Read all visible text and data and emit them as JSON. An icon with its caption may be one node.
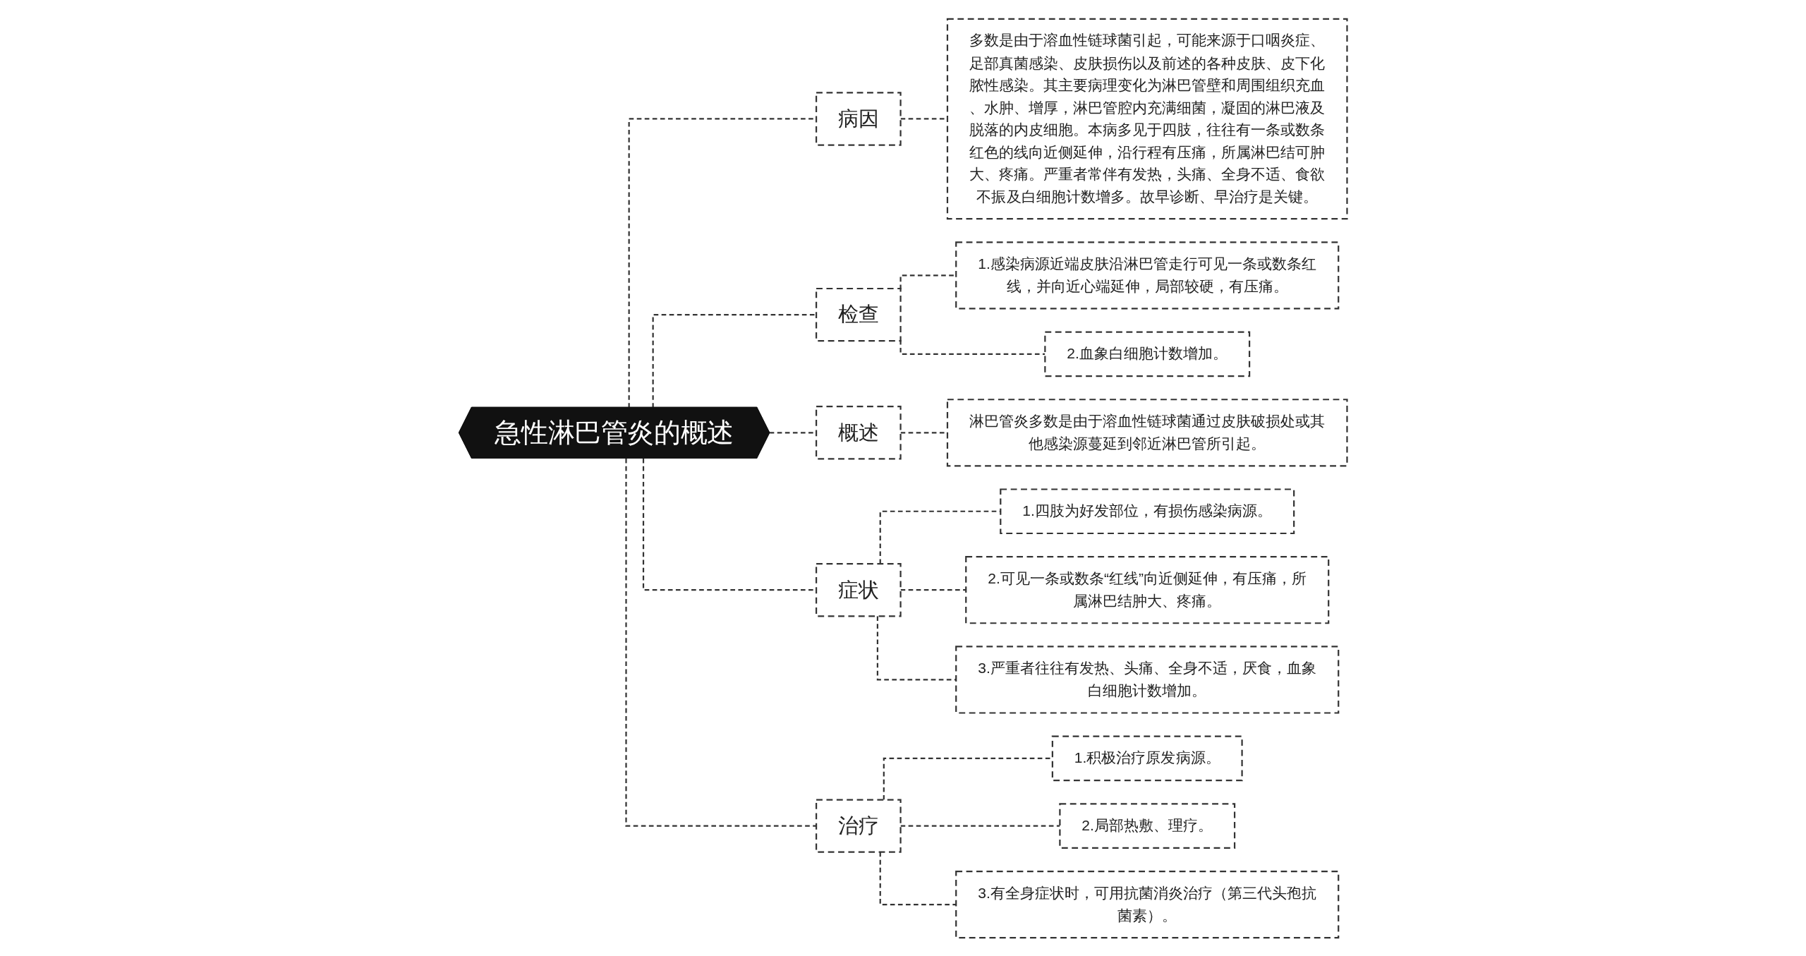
{
  "diagram": {
    "nodes": [
      {
        "text": [
          "急性淋巴管炎的概述"
        ]
      },
      {
        "text": [
          "病因"
        ]
      },
      {
        "text": [
          "多数是由于溶血性链球菌引起，可能来源于口咽炎症、足部真菌感染、皮肤损伤以及前述的各种皮肤、皮下化脓性感染。其主要病理变化为淋巴管壁和周围组织充血、水肿、增厚，淋巴管腔内充满细菌，凝固的淋巴液及脱落的内皮细胞。本病多见于四肢，往往有一条或数条红色的线向近侧延伸，沿行程有压痛，所属淋巴结可肿大、疼痛。严重者常伴有发热，头痛、全身不适、食欲不振及白细胞计数增多。故早诊断、早治疗是关键。"
        ]
      },
      {
        "text": [
          "检查"
        ]
      },
      {
        "text": [
          "1.感染病源近端皮肤沿淋巴管走行可见一条或数条红线，并向近心端延伸，局部较硬，有压痛。"
        ]
      },
      {
        "text": [
          "2.血象白细胞计数增加。"
        ]
      },
      {
        "text": [
          "概述"
        ]
      },
      {
        "text": [
          "淋巴管炎多数是由于溶血性链球菌通过皮肤破损处或其他感染源蔓延到邻近淋巴管所引起。"
        ]
      },
      {
        "text": [
          "症状"
        ]
      },
      {
        "text": [
          "1.四肢为好发部位，有损伤感染病源。"
        ]
      },
      {
        "text": [
          "2.可见一条或数条“红线”向近侧延伸，有压痛，所属淋巴结肿大、疼痛。"
        ]
      },
      {
        "text": [
          "3.严重者往往有发热、头痛、全身不适，厌食，血象白细胞计数增加。"
        ]
      },
      {
        "text": [
          "治疗"
        ]
      },
      {
        "text": [
          "1.积极治疗原发病源。"
        ]
      },
      {
        "text": [
          "2.局部热敷、理疗。"
        ]
      },
      {
        "text": [
          "3.有全身症状时，可用抗菌消炎治疗（第三代头孢抗菌素）。"
        ]
      }
    ],
    "edges": [
      {
        "from": 0,
        "to": 1,
        "arrow": "none",
        "style": "dashed"
      },
      {
        "from": 1,
        "to": 2,
        "arrow": "none",
        "style": "dashed"
      },
      {
        "from": 0,
        "to": 3,
        "arrow": "none",
        "style": "dashed"
      },
      {
        "from": 3,
        "to": 4,
        "arrow": "none",
        "style": "dashed"
      },
      {
        "from": 3,
        "to": 5,
        "arrow": "none",
        "style": "dashed"
      },
      {
        "from": 0,
        "to": 6,
        "arrow": "none",
        "style": "dashed"
      },
      {
        "from": 6,
        "to": 7,
        "arrow": "none",
        "style": "dashed"
      },
      {
        "from": 0,
        "to": 8,
        "arrow": "none",
        "style": "dashed"
      },
      {
        "from": 8,
        "to": 9,
        "arrow": "none",
        "style": "dashed"
      },
      {
        "from": 8,
        "to": 10,
        "arrow": "none",
        "style": "dashed"
      },
      {
        "from": 8,
        "to": 11,
        "arrow": "none",
        "style": "dashed"
      },
      {
        "from": 0,
        "to": 12,
        "arrow": "none",
        "style": "dashed"
      },
      {
        "from": 12,
        "to": 13,
        "arrow": "none",
        "style": "dashed"
      },
      {
        "from": 12,
        "to": 14,
        "arrow": "none",
        "style": "dashed"
      },
      {
        "from": 12,
        "to": 15,
        "arrow": "none",
        "style": "dashed"
      }
    ]
  }
}
